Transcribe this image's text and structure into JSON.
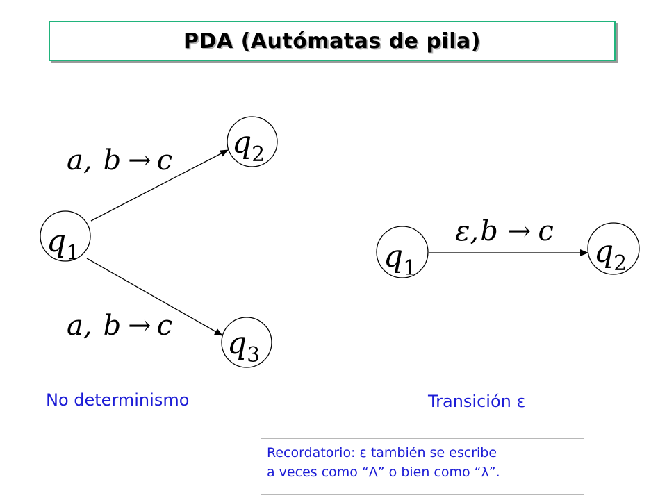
{
  "title": "PDA (Autómatas de pila)",
  "diagram_nondeterminism": {
    "states": [
      {
        "name": "q",
        "sub": "1"
      },
      {
        "name": "q",
        "sub": "2"
      },
      {
        "name": "q",
        "sub": "3"
      }
    ],
    "edges": [
      {
        "from": "q1",
        "to": "q2",
        "label_read": "a,",
        "label_pop": "b",
        "arrow": "→",
        "label_push": "c"
      },
      {
        "from": "q1",
        "to": "q3",
        "label_read": "a,",
        "label_pop": "b",
        "arrow": "→",
        "label_push": "c"
      }
    ],
    "caption": "No determinismo"
  },
  "diagram_epsilon": {
    "states": [
      {
        "name": "q",
        "sub": "1"
      },
      {
        "name": "q",
        "sub": "2"
      }
    ],
    "edge": {
      "from": "q1",
      "to": "q2",
      "label_read": "ε,",
      "label_pop": "b",
      "arrow": "→",
      "label_push": "c"
    },
    "caption": "Transición ε"
  },
  "note": {
    "line1": "Recordatorio: ε también se escribe",
    "line2": "a veces como “Λ” o bien como “λ”."
  },
  "colors": {
    "title_border": "#20b47c",
    "caption_text": "#1c1cd6",
    "note_text": "#1c1cd6"
  }
}
